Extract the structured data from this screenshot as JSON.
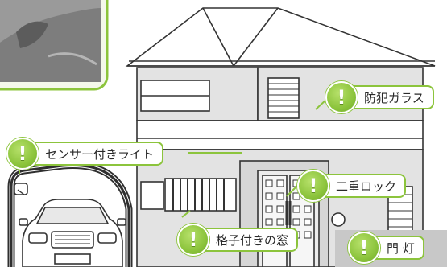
{
  "callouts": {
    "glass": {
      "label": "防犯ガラス"
    },
    "sensor": {
      "label": "センサー付きライト"
    },
    "lock": {
      "label": "二重ロック"
    },
    "window": {
      "label": "格子付きの窓"
    },
    "gate": {
      "label": "門 灯"
    }
  },
  "icons": {
    "callout_mark": "exclamation-icon"
  },
  "colors": {
    "accent": "#8cc43c",
    "panel": "#e3e3e3",
    "gate_panel": "#c8c8c8",
    "line": "#333333"
  }
}
